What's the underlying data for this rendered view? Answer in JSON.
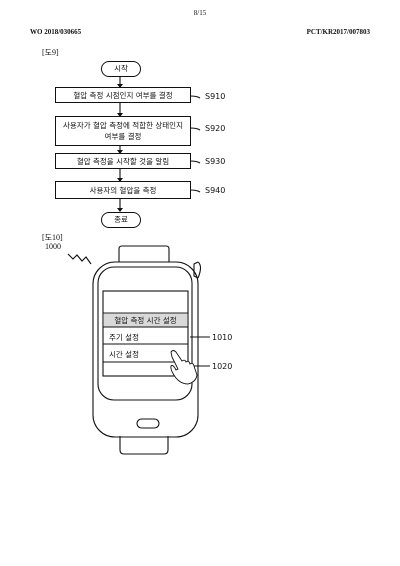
{
  "page": {
    "page_number": "8/15",
    "left_header": "WO 2018/030665",
    "right_header": "PCT/KR2017/007803"
  },
  "fig9": {
    "label": "[도9]",
    "start": "시작",
    "end": "종료",
    "steps": [
      {
        "text": "혈압 측정 시점인지 여부를 결정",
        "id": "S910"
      },
      {
        "text_line1": "사용자가 혈압 측정에 적합한 상태인지",
        "text_line2": "여부를 결정",
        "id": "S920"
      },
      {
        "text": "혈압 측정을 시작할 것을 알림",
        "id": "S930"
      },
      {
        "text": "사용자의 혈압을 측정",
        "id": "S940"
      }
    ]
  },
  "fig10": {
    "label": "[도10]",
    "device_ref": "1000",
    "screen_title": "혈압 측정 시간 설정",
    "menu": [
      {
        "label": "주기 설정",
        "ref": "1010"
      },
      {
        "label": "시간 설정",
        "ref": "1020"
      }
    ]
  }
}
